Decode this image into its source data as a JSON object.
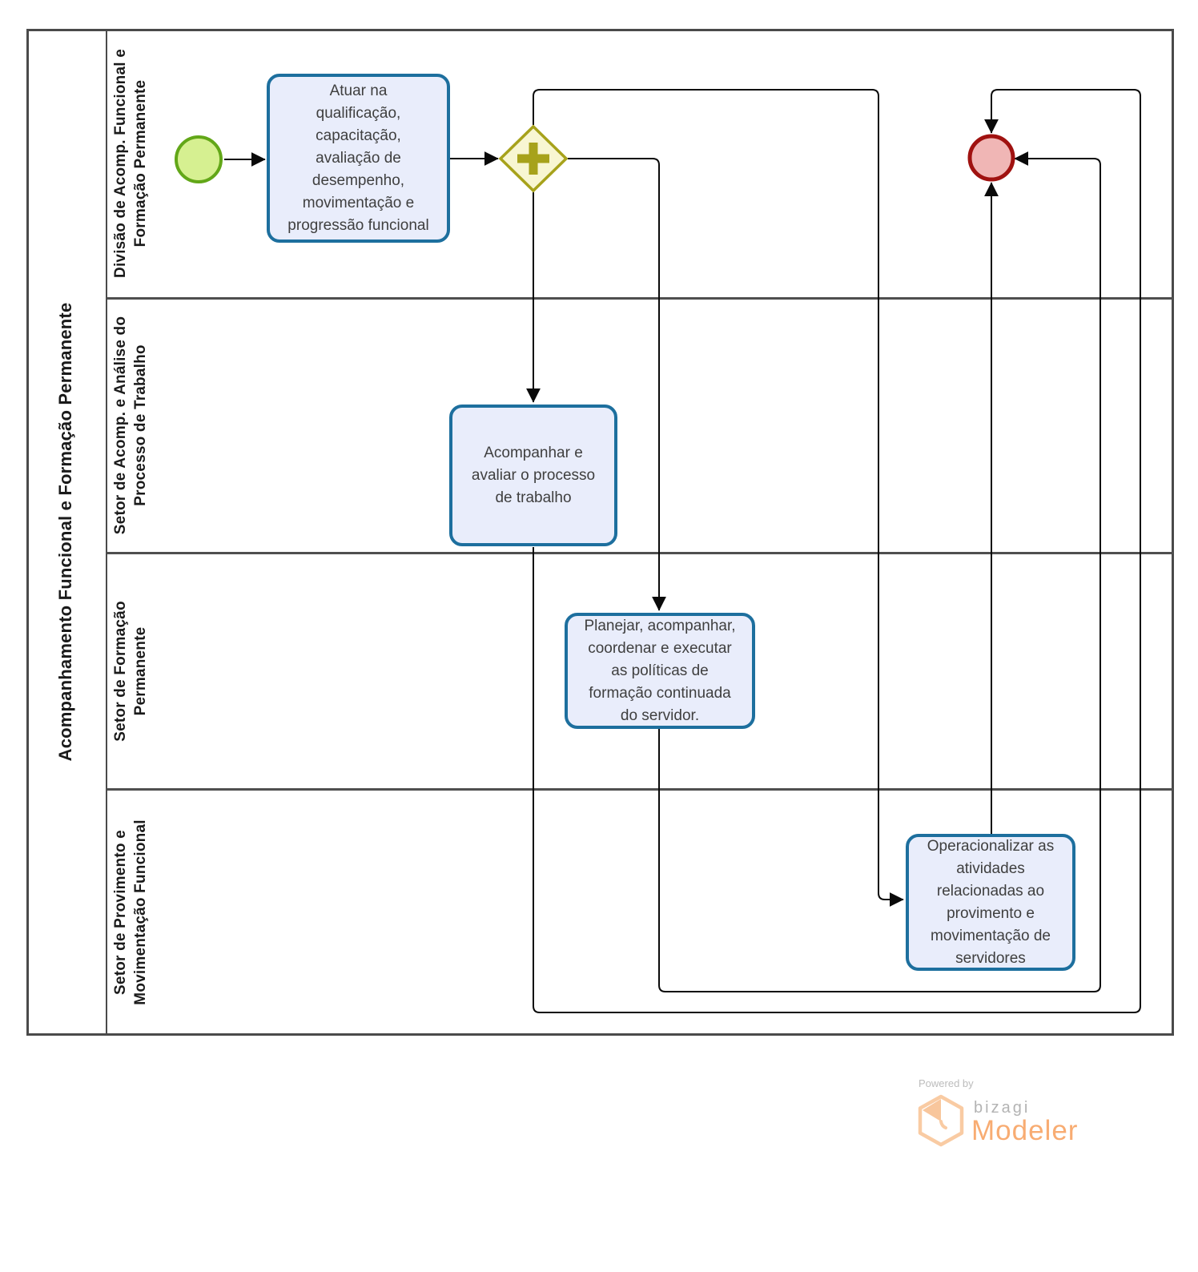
{
  "pool": {
    "title": "Acompanhamento Funcional e Formação Permanente",
    "lanes": [
      {
        "label": "Divisão de Acomp. Funcional e\nFormação Permanente"
      },
      {
        "label": "Setor de Acomp. e Análise do\nProcesso de Trabalho"
      },
      {
        "label": "Setor de Formação\nPermanente"
      },
      {
        "label": "Setor de Provimento e\nMovimentação Funcional"
      }
    ]
  },
  "nodes": {
    "start_event": {
      "type": "start-event",
      "lane": 0
    },
    "task1": {
      "lane": 0,
      "label": "Atuar na\nqualificação,\ncapacitação,\navaliação de\ndesempenho,\nmovimentação e\nprogressão funcional"
    },
    "gateway": {
      "type": "parallel-gateway",
      "marker": "+",
      "lane": 0
    },
    "task2": {
      "lane": 1,
      "label": "Acompanhar e\navaliar o processo\nde trabalho"
    },
    "task3": {
      "lane": 2,
      "label": "Planejar, acompanhar,\ncoordenar e executar\nas políticas de\nformação continuada\ndo servidor."
    },
    "task4": {
      "lane": 3,
      "label": "Operacionalizar as\natividades\nrelacionadas ao\nprovimento e\nmovimentação de\nservidores"
    },
    "end_event": {
      "type": "end-event",
      "lane": 0
    }
  },
  "colors": {
    "task_fill": "#e9edfb",
    "task_border": "#1d6f9e",
    "start_fill": "#d6f091",
    "start_border": "#62a718",
    "end_fill": "#f0b6b5",
    "end_border": "#a01210",
    "gateway_fill": "#f8f6d2",
    "gateway_border": "#a7a21b",
    "flow_line": "#0a0a0a",
    "lane_line": "#4a4a4a"
  },
  "footer": {
    "powered_by": "Powered by",
    "brand": "bizagi",
    "product": "Modeler"
  }
}
